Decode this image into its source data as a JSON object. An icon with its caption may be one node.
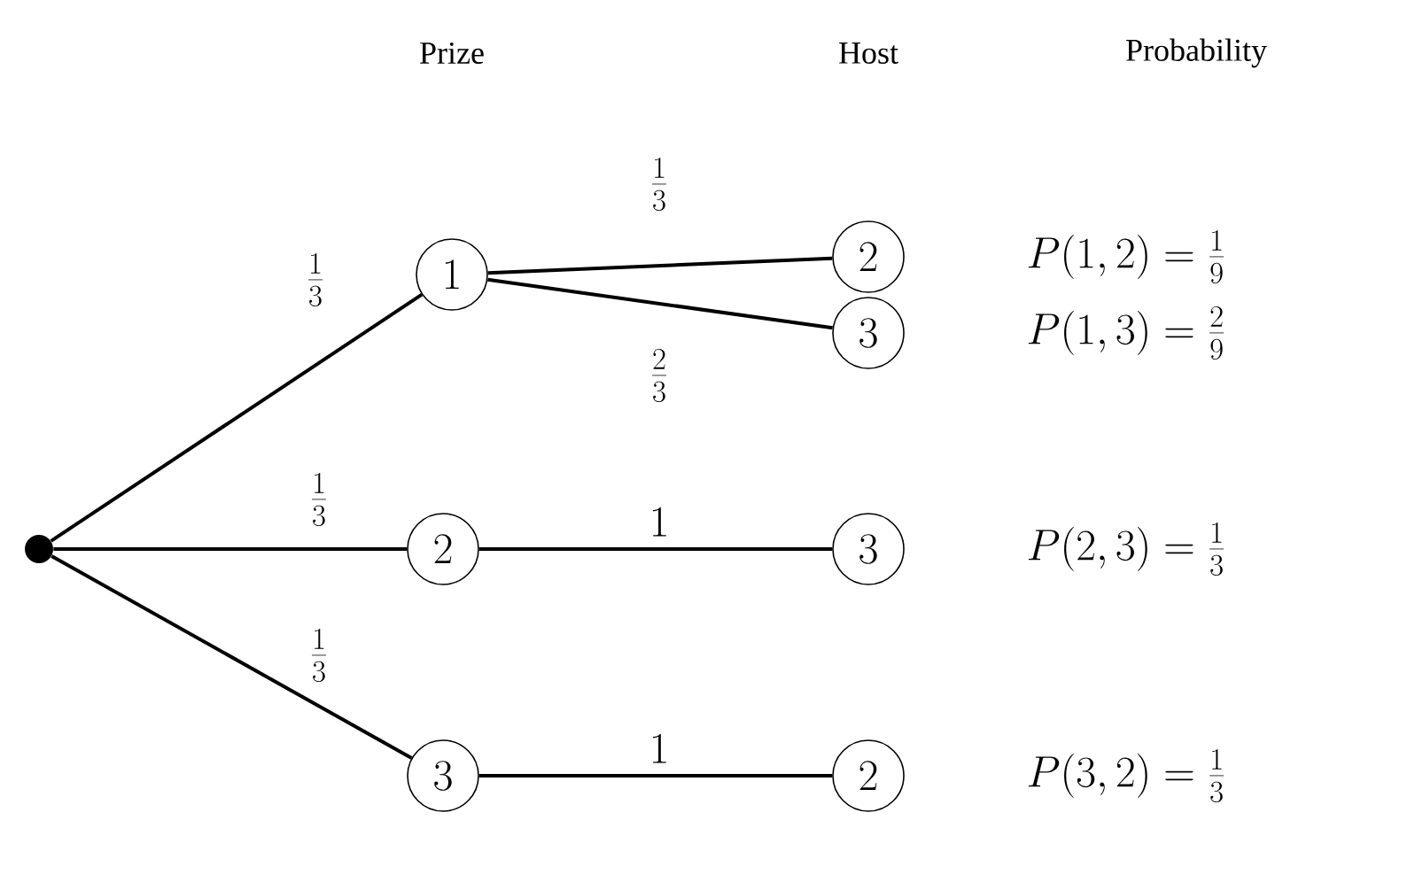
{
  "diagram": {
    "nodes": [
      {
        "text": [],
        "shape": "circle"
      },
      {
        "text": [
          "1"
        ]
      },
      {
        "text": [
          "2"
        ]
      },
      {
        "text": [
          "3"
        ]
      },
      {
        "text": [
          "2"
        ]
      },
      {
        "text": [
          "3"
        ]
      },
      {
        "text": [
          "3"
        ]
      },
      {
        "text": [
          "2"
        ]
      }
    ],
    "edges": [
      {
        "from": 0,
        "to": 1,
        "arrow": "none",
        "label": "\\frac{1}{3}"
      },
      {
        "from": 0,
        "to": 2,
        "arrow": "none",
        "label": "\\frac{1}{3}"
      },
      {
        "from": 0,
        "to": 3,
        "arrow": "none",
        "label": "\\frac{1}{3}"
      },
      {
        "from": 1,
        "to": 4,
        "arrow": "none",
        "label": "\\frac{1}{3}"
      },
      {
        "from": 1,
        "to": 5,
        "arrow": "none",
        "label": "\\frac{2}{3}"
      },
      {
        "from": 2,
        "to": 6,
        "arrow": "none",
        "label": "1"
      },
      {
        "from": 3,
        "to": 7,
        "arrow": "none",
        "label": "1"
      }
    ],
    "labels": [
      "Prize",
      "Host",
      "Probability",
      "P(1,2) = \\frac{1}{9}",
      "P(1,3) = \\frac{2}{9}",
      "P(2,3) = \\frac{1}{3}",
      "P(3,2) = \\frac{1}{3}"
    ]
  }
}
